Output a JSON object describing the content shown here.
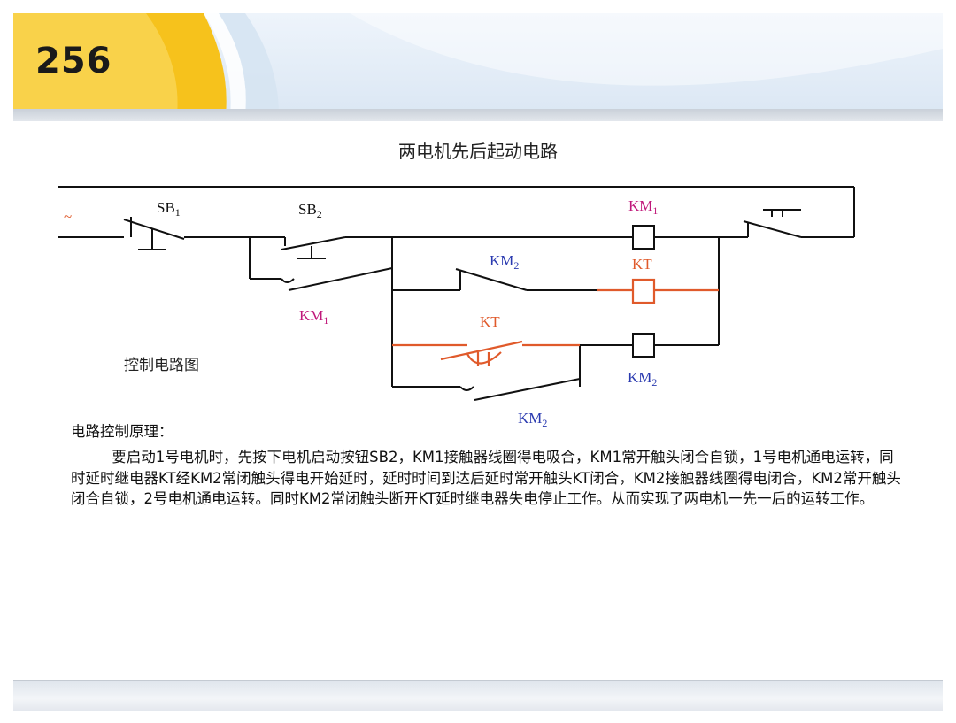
{
  "slide": {
    "number": "256"
  },
  "diagram": {
    "title": "两电机先后起动电路",
    "caption": "控制电路图",
    "labels": {
      "sb1": "SB",
      "sb1_sub": "1",
      "sb2": "SB",
      "sb2_sub": "2",
      "km1_coil": "KM",
      "km1_coil_sub": "1",
      "km1_contact": "KM",
      "km1_contact_sub": "1",
      "km2_nc": "KM",
      "km2_nc_sub": "2",
      "kt_coil": "KT",
      "kt_contact": "KT",
      "km2_coil": "KM",
      "km2_coil_sub": "2",
      "km2_contact": "KM",
      "km2_contact_sub": "2",
      "supply": "~"
    },
    "colors": {
      "wire": "#111111",
      "kt_branch": "#e05a2b",
      "km_label": "#2b3bb0",
      "km1_label": "#c0187a"
    }
  },
  "text": {
    "heading": "电路控制原理：",
    "body": "要启动1号电机时，先按下电机启动按钮SB2，KM1接触器线圈得电吸合，KM1常开触头闭合自锁，1号电机通电运转，同时延时继电器KT经KM2常闭触头得电开始延时，延时时间到达后延时常开触头KT闭合，KM2接触器线圈得电闭合，KM2常开触头闭合自锁，2号电机通电运转。同时KM2常闭触头断开KT延时继电器失电停止工作。从而实现了两电机一先一后的运转工作。"
  }
}
